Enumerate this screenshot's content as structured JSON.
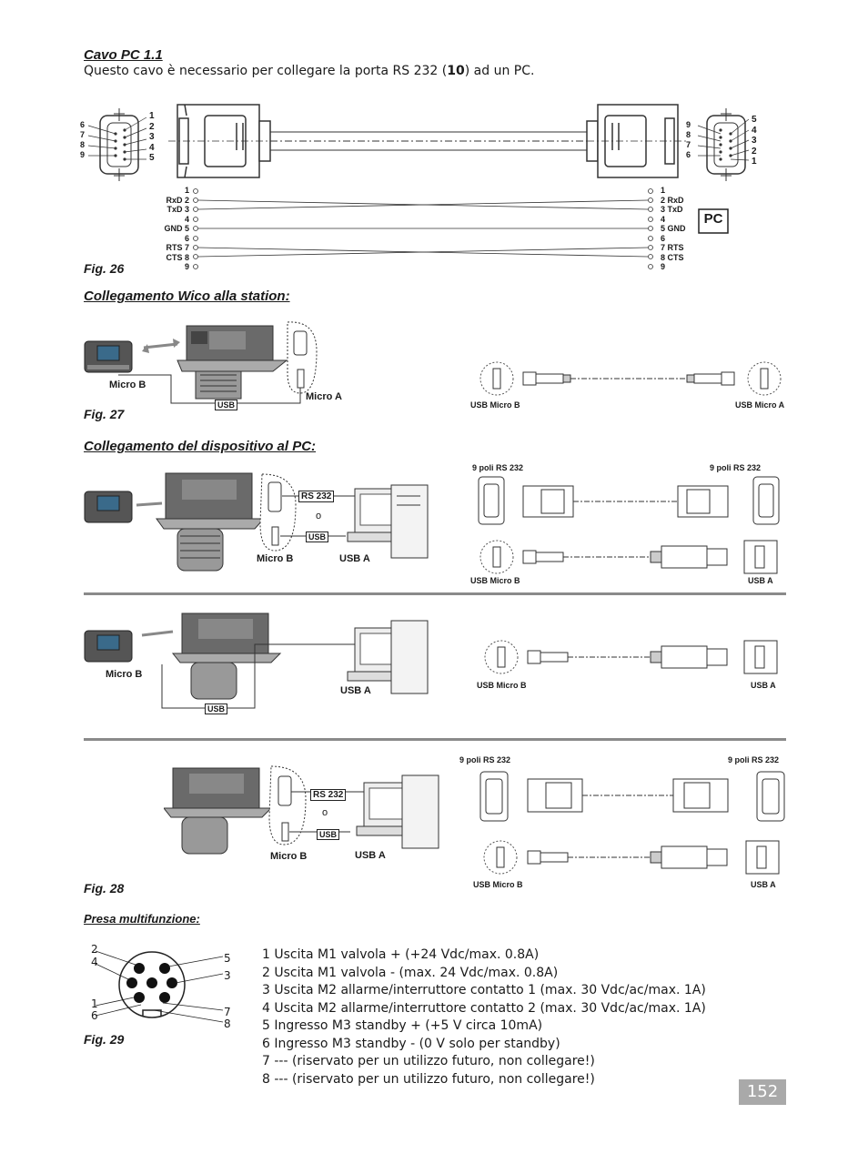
{
  "section1": {
    "title": "Cavo PC 1.1",
    "intro_before": "Questo cavo è necessario per collegare la porta RS 232 (",
    "intro_bold": "10",
    "intro_after": ") ad un PC."
  },
  "fig26": {
    "caption": "Fig. 26",
    "left_pins": [
      "6",
      "7",
      "8",
      "9"
    ],
    "left_pins2": [
      "1",
      "2",
      "3",
      "4",
      "5"
    ],
    "right_pins": [
      "9",
      "8",
      "7",
      "6"
    ],
    "right_pins2": [
      "5",
      "4",
      "3",
      "2",
      "1"
    ],
    "left_signals": [
      "1",
      "RxD 2",
      "TxD 3",
      "4",
      "GND 5",
      "6",
      "RTS 7",
      "CTS 8",
      "9"
    ],
    "right_signals": [
      "1",
      "2 RxD",
      "3 TxD",
      "4",
      "5 GND",
      "6",
      "7 RTS",
      "8 CTS",
      "9"
    ],
    "pc_label": "PC"
  },
  "section2": {
    "title": "Collegamento Wico alla station:",
    "caption": "Fig. 27",
    "micro_b": "Micro B",
    "micro_a": "Micro A",
    "usb": "USB",
    "usb_micro_b": "USB Micro B",
    "usb_micro_a": "USB Micro A"
  },
  "section3": {
    "title": "Collegamento del dispositivo al PC:",
    "caption": "Fig. 28",
    "rs232": "RS 232",
    "o": "o",
    "usb": "USB",
    "micro_b": "Micro B",
    "usb_a": "USB A",
    "nine_pin_left": "9 poli RS 232",
    "nine_pin_right": "9 poli RS 232",
    "usb_micro_b": "USB Micro B",
    "usb_a_small": "USB A"
  },
  "section4": {
    "title": "Presa multifunzione:",
    "caption": "Fig. 29",
    "socket_pins_left": [
      "2",
      "4",
      "1",
      "6"
    ],
    "socket_pins_right": [
      "5",
      "3",
      "7",
      "8"
    ],
    "pins": [
      "1 Uscita M1 valvola + (+24 Vdc/max. 0.8A)",
      "2 Uscita M1 valvola -  (max. 24 Vdc/max. 0.8A)",
      "3 Uscita M2 allarme/interruttore contatto 1 (max. 30 Vdc/ac/max. 1A)",
      "4 Uscita M2 allarme/interruttore contatto 2 (max. 30 Vdc/ac/max. 1A)",
      "5 Ingresso M3 standby + (+5 V circa 10mA)",
      "6 Ingresso M3 standby -  (0 V solo per standby)",
      "7 --- (riservato per un utilizzo futuro, non collegare!)",
      "8 --- (riservato per un utilizzo futuro, non collegare!)"
    ]
  },
  "page_number": "152"
}
